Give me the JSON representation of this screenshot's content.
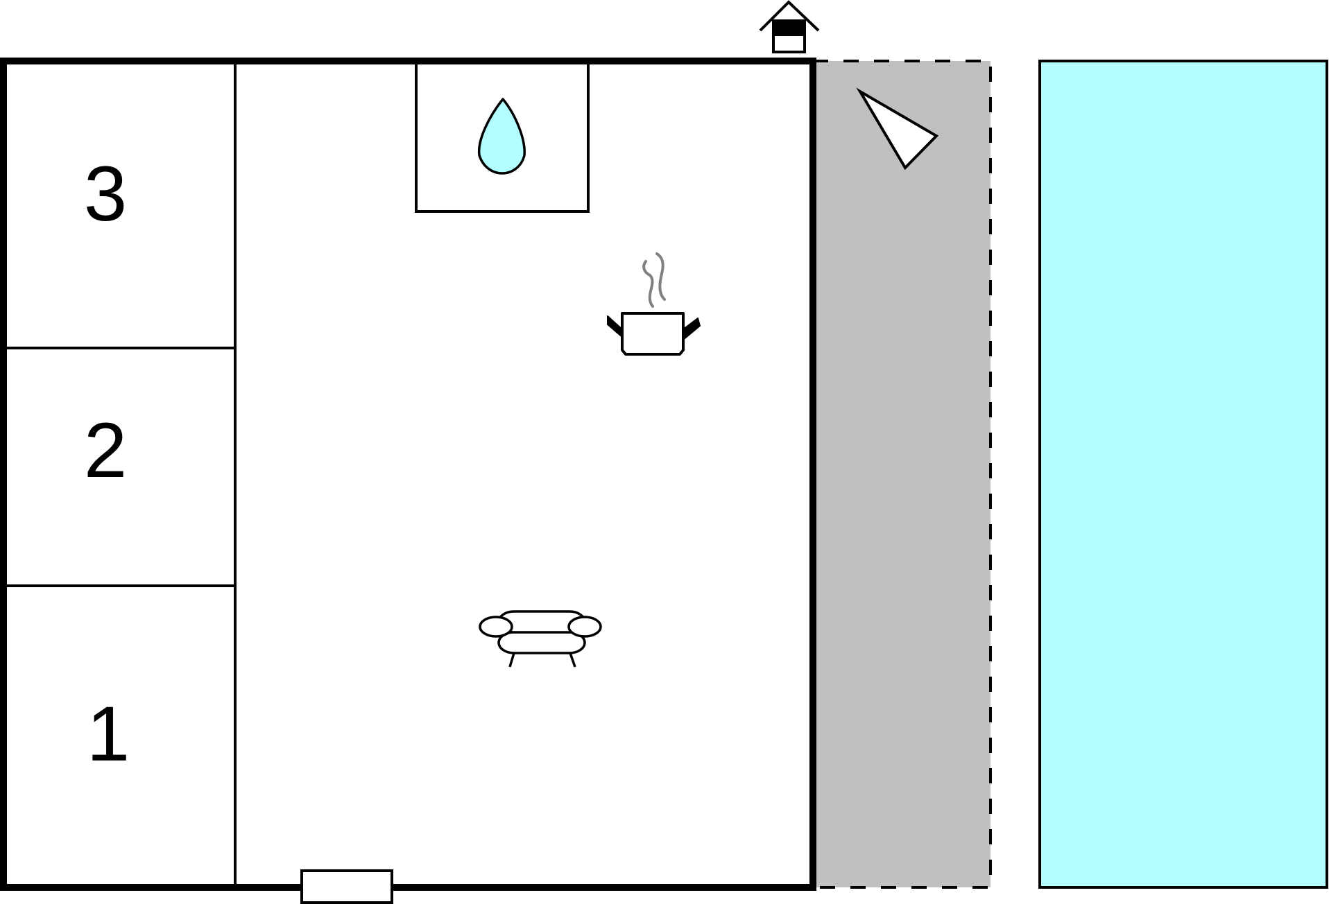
{
  "floor_plan": {
    "rooms": [
      {
        "label": "3"
      },
      {
        "label": "2"
      },
      {
        "label": "1"
      }
    ],
    "icons": {
      "entrance": "house-entrance-icon",
      "bathroom": "water-drop-icon",
      "kitchen": "cooking-pot-icon",
      "living": "sofa-icon",
      "terrace": "terrace-triangle-icon",
      "door": "door-icon"
    },
    "colors": {
      "wall": "#000000",
      "pool": "#b3ffff",
      "water_drop": "#b3ffff",
      "terrace": "#c0c0c0",
      "steam": "#808080",
      "background": "#ffffff"
    }
  }
}
